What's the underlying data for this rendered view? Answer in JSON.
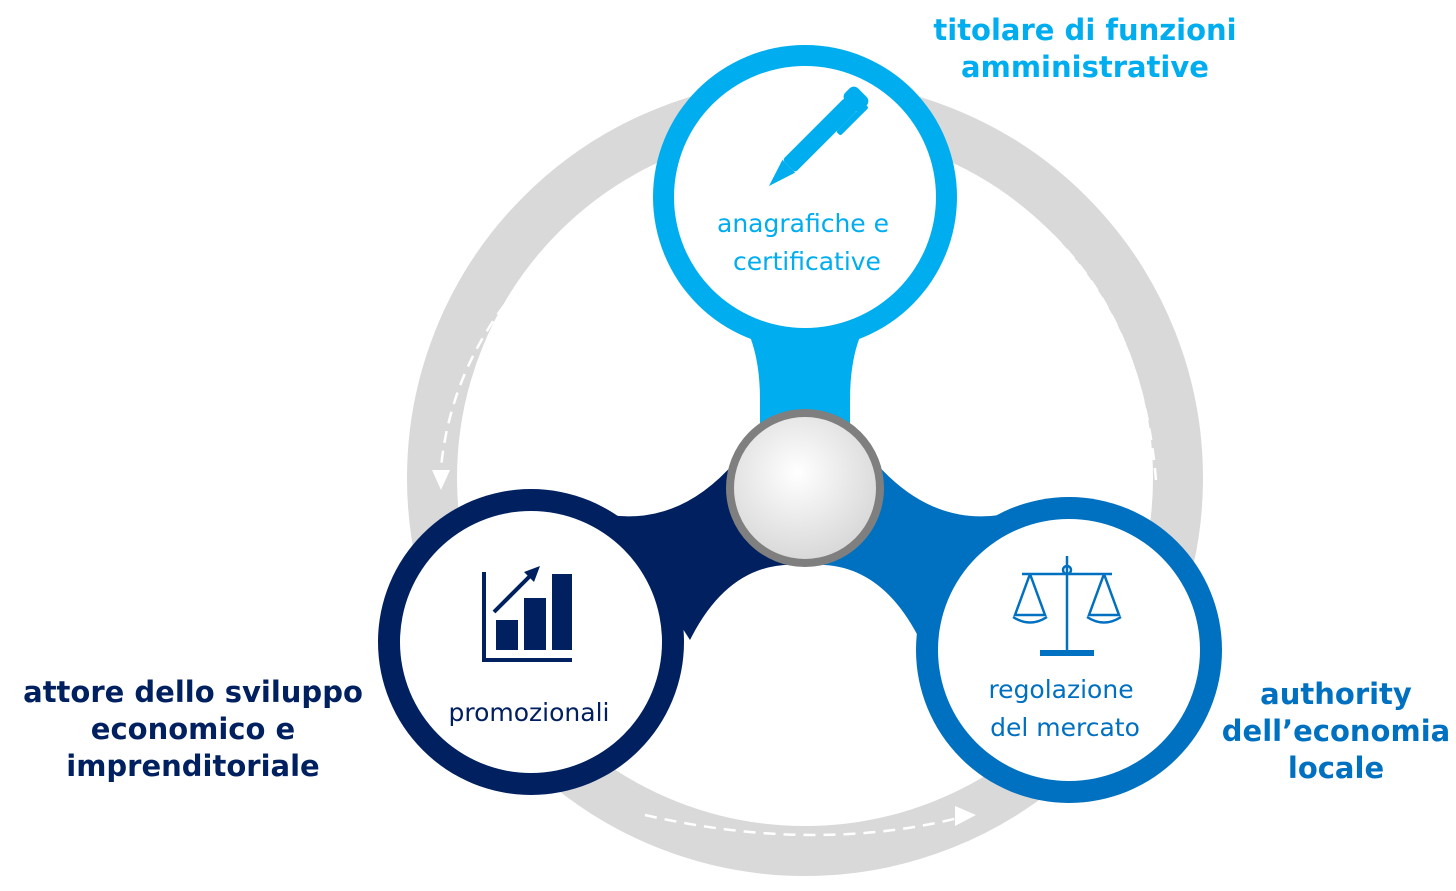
{
  "colors": {
    "ring": "#d9d9d9",
    "arrow": "#ffffff",
    "light_blue": "#00adef",
    "medium_blue": "#0070c0",
    "dark_blue": "#002060",
    "hub_border": "#7f7f7f",
    "hub_fill": "#eeeeee"
  },
  "nodes": {
    "top": {
      "icon": "pen-icon",
      "lines": [
        "anagrafiche e",
        "certificative"
      ]
    },
    "left": {
      "icon": "bar-chart-growth-icon",
      "lines": [
        "promozionali"
      ]
    },
    "right": {
      "icon": "scales-of-justice-icon",
      "lines": [
        "regolazione",
        "del mercato"
      ]
    }
  },
  "roles": {
    "top": [
      "titolare di funzioni",
      "amministrative"
    ],
    "left": [
      "attore dello sviluppo",
      "economico e",
      "imprenditoriale"
    ],
    "right": [
      "authority",
      "dell’economia",
      "locale"
    ]
  }
}
